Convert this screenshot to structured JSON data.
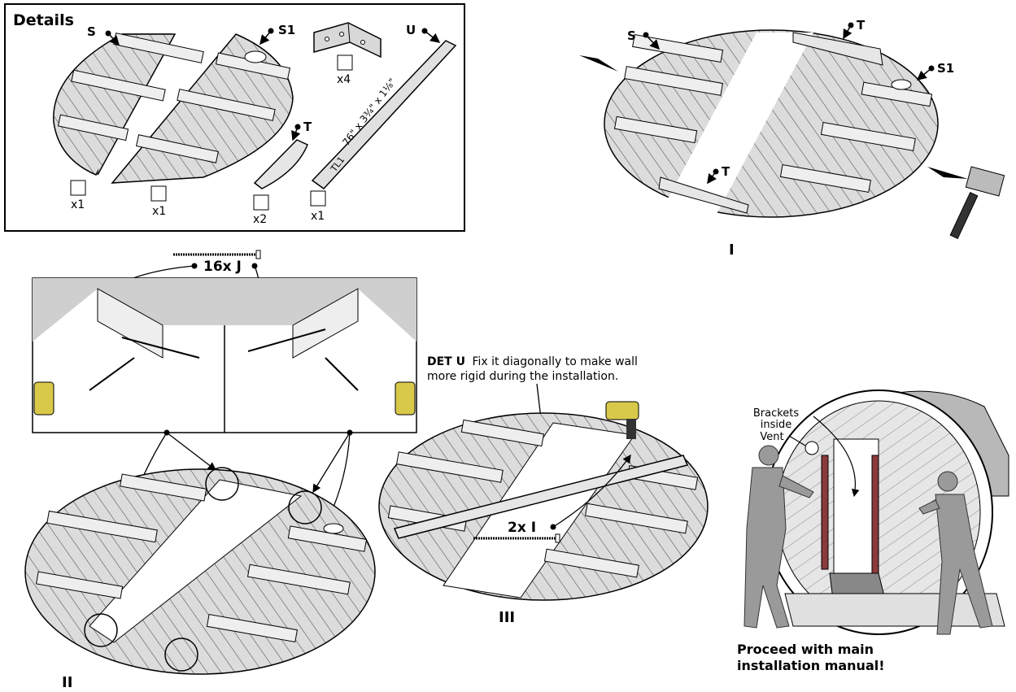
{
  "details": {
    "title": "Details",
    "parts": {
      "s": {
        "label": "S",
        "qty": "x1"
      },
      "s1": {
        "label": "S1",
        "qty": "x1"
      },
      "t": {
        "label": "T",
        "qty": "x2"
      },
      "u": {
        "label": "U",
        "qty": "x1",
        "dimension": "76\" x 3¾\" x 1⅛\"",
        "code": "TL1"
      },
      "bracket": {
        "qty": "x4"
      }
    }
  },
  "step1": {
    "numeral": "I",
    "labels": {
      "s": "S",
      "s1": "S1",
      "t_top": "T",
      "t_bottom": "T"
    }
  },
  "step2": {
    "numeral": "II",
    "screw_label": "16x J"
  },
  "step3": {
    "numeral": "III",
    "det_head": "DET U",
    "det_line1": "Fix it diagonally to make wall",
    "det_line2": "more rigid during the installation.",
    "screw_label": "2x I"
  },
  "final": {
    "brackets_line1": "Brackets",
    "brackets_line2": "inside",
    "brackets_line3": "Vent",
    "proceed_line1": "Proceed with main",
    "proceed_line2": "installation manual!"
  }
}
